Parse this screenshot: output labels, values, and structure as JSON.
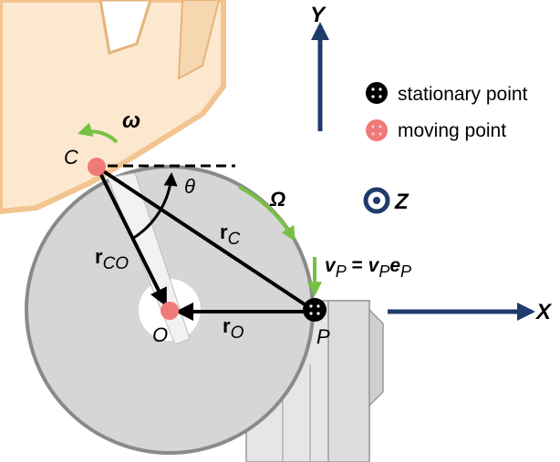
{
  "axes": {
    "y_label": "Y",
    "x_label": "X",
    "z_label": "Z"
  },
  "legend": {
    "stationary": "stationary point",
    "moving": "moving point"
  },
  "points": {
    "C": "C",
    "O": "O",
    "P": "P"
  },
  "vectors": {
    "rC": {
      "base": "r",
      "sub": "C"
    },
    "rCO": {
      "base": "r",
      "sub": "CO"
    },
    "rO": {
      "base": "r",
      "sub": "O"
    }
  },
  "angles": {
    "theta": "θ",
    "omega": "ω",
    "Omega": "Ω"
  },
  "velocity": {
    "v": "v",
    "sub": "P",
    "eq": " = ",
    "v2": "v",
    "sub2": "P",
    "e": "e",
    "sub3": "P"
  },
  "colors": {
    "axis_blue": "#1f3b6b",
    "arc_green": "#77c043",
    "moving_red": "#f07a78",
    "disk_gray": "#d6d6d6",
    "rim_gray": "#8a8a8a",
    "link_fill": "#fbe8cf",
    "link_edge": "#f3c48f"
  }
}
